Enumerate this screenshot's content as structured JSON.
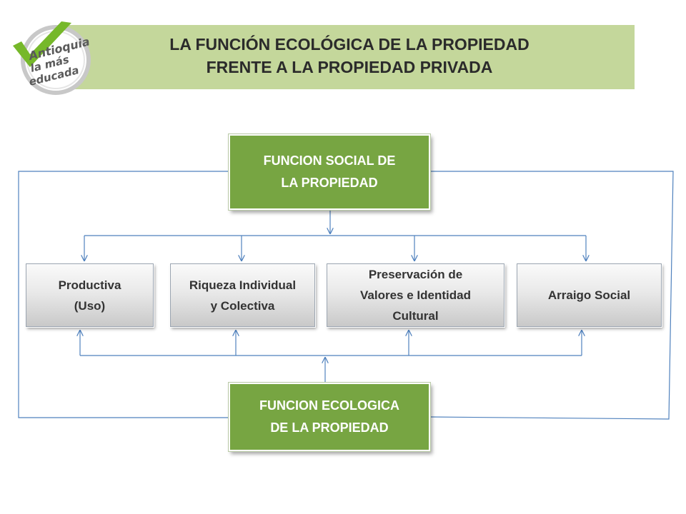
{
  "header": {
    "title_line1": "LA FUNCIÓN ECOLÓGICA DE LA PROPIEDAD",
    "title_line2": "FRENTE A LA PROPIEDAD PRIVADA",
    "accent_color": "#c4d79b"
  },
  "logo": {
    "line1": "Antioquia",
    "line2": "la más",
    "line3": "educada",
    "check_color": "#76b82a",
    "ring_color": "#bdbdbd"
  },
  "diagram": {
    "social_box": {
      "line1": "FUNCION SOCIAL DE",
      "line2": "LA PROPIEDAD"
    },
    "ecological_box": {
      "line1": "FUNCION ECOLOGICA",
      "line2": "DE LA PROPIEDAD"
    },
    "categories": [
      {
        "lines": [
          "Productiva",
          "(Uso)"
        ]
      },
      {
        "lines": [
          "Riqueza Individual",
          "y Colectiva"
        ]
      },
      {
        "lines": [
          "Preservación de",
          "Valores e Identidad",
          "Cultural"
        ]
      },
      {
        "lines": [
          "Arraigo Social"
        ]
      }
    ],
    "green_color": "#77a542",
    "connector_color": "#4f81bd"
  }
}
